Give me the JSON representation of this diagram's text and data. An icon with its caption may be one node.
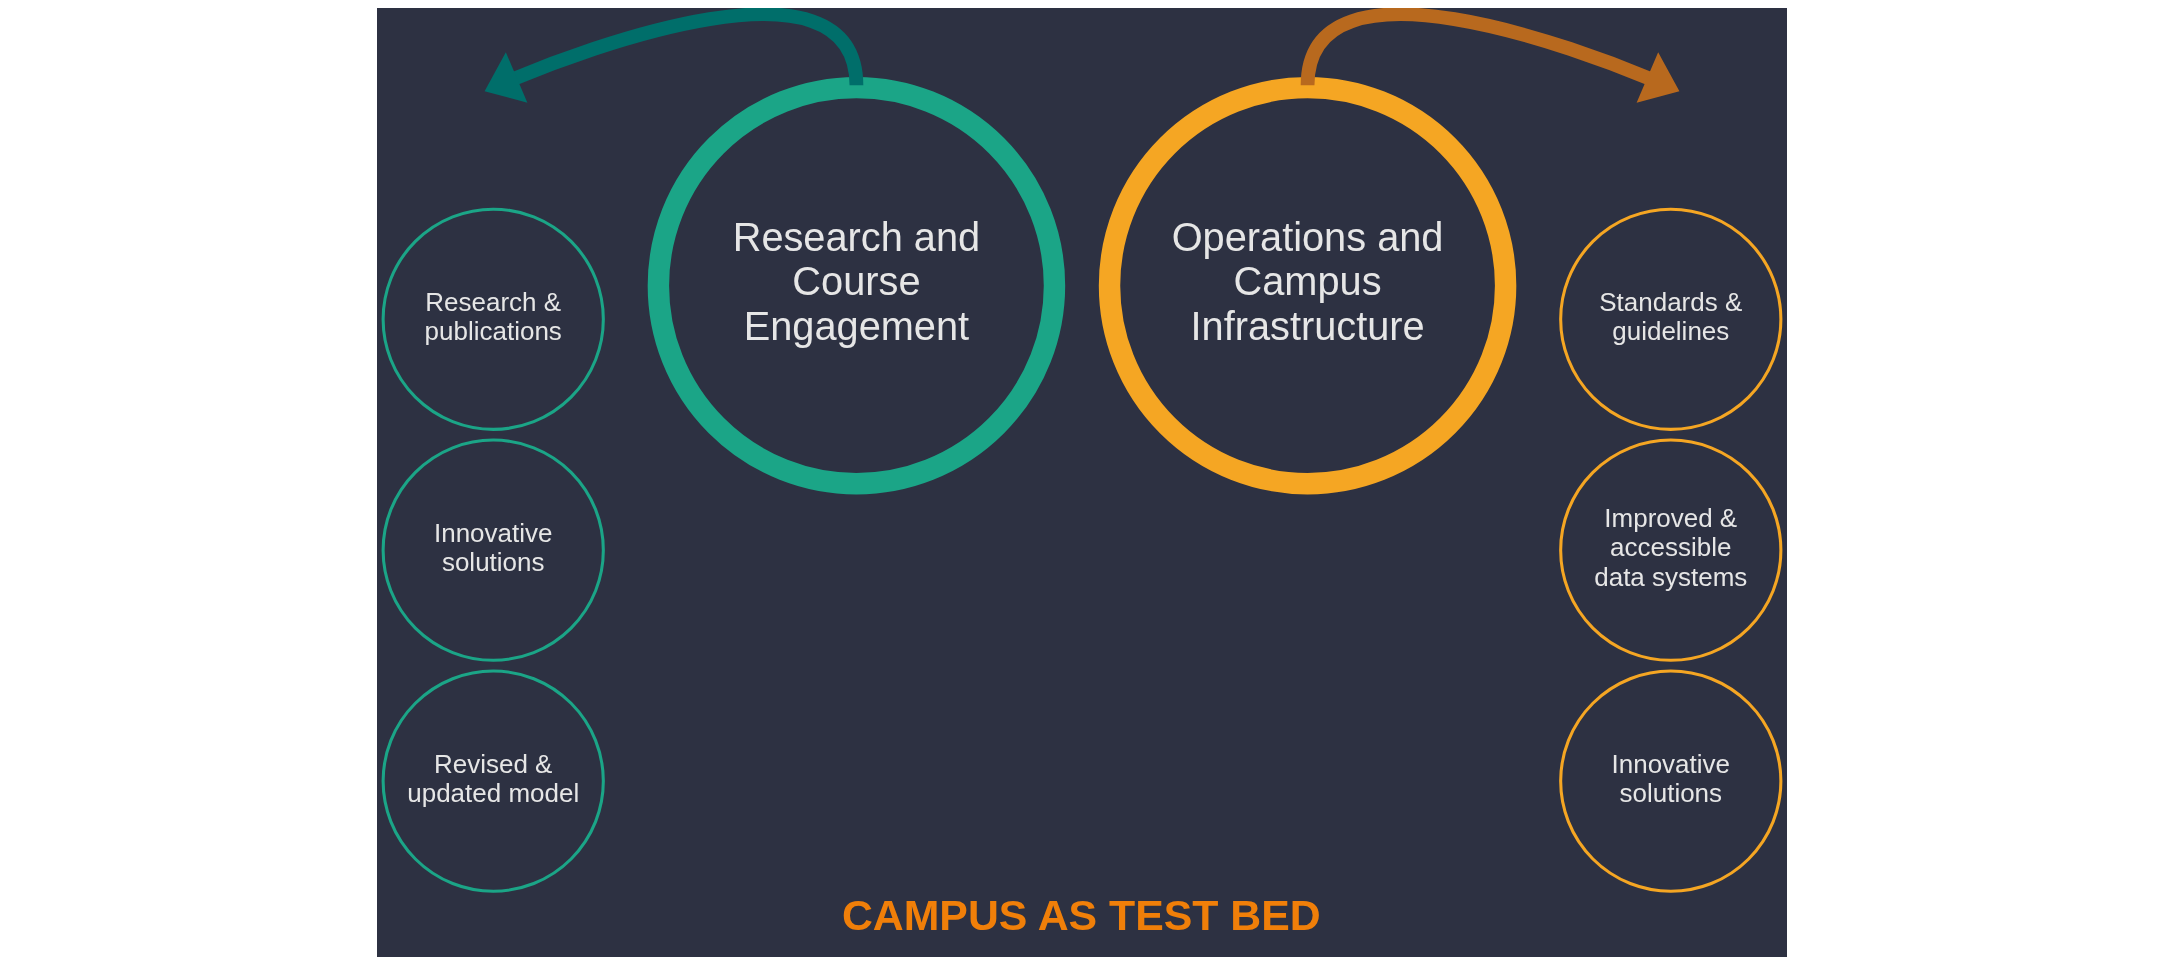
{
  "diagram": {
    "caption": "CAMPUS AS TEST BED",
    "nodes": [
      {
        "text": [
          "Research & publications"
        ]
      },
      {
        "text": [
          "Innovative solutions"
        ]
      },
      {
        "text": [
          "Revised & updated model"
        ]
      },
      {
        "text": [
          "Research and Course Engagement"
        ]
      },
      {
        "text": [
          "Operations and Campus Infrastructure"
        ]
      },
      {
        "text": [
          "Standards & guidelines"
        ]
      },
      {
        "text": [
          "Improved & accessible data systems"
        ]
      },
      {
        "text": [
          "Innovative solutions"
        ]
      }
    ],
    "edges": [
      {
        "from": 3,
        "to": null,
        "arrow": "to",
        "color": "#006e6a"
      },
      {
        "from": 4,
        "to": null,
        "arrow": "to",
        "color": "#b8691e"
      }
    ]
  }
}
